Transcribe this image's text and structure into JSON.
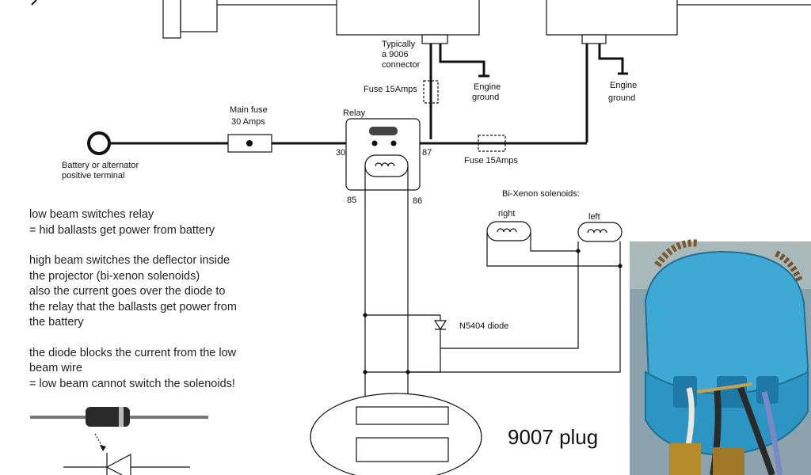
{
  "labels": {
    "connector": [
      "Typically",
      "a 9006",
      "connector"
    ],
    "engine_ground_left": [
      "Engine",
      "ground"
    ],
    "engine_ground_right": [
      "Engine",
      "ground"
    ],
    "fuse_top": "Fuse 15Amps",
    "fuse_right": "Fuse 15Amps",
    "main_fuse": [
      "Main fuse",
      "30 Amps"
    ],
    "relay": "Relay",
    "pin_30": "30",
    "pin_87": "87",
    "pin_85": "85",
    "pin_86": "86",
    "battery": [
      "Battery or alternator",
      "positive terminal"
    ],
    "solenoids_title": "Bi-Xenon solenoids:",
    "solenoid_right": "right",
    "solenoid_left": "left",
    "diode": "N5404 diode",
    "plug": "9007 plug"
  },
  "notes": [
    "low beam switches relay\n= hid ballasts get power from battery",
    "high beam switches the deflector inside\nthe projector (bi-xenon solenoids)\nalso the current goes over the diode to\nthe relay that the ballasts get power from\nthe battery",
    "the diode blocks the current from the low\nbeam wire\n= low beam cannot switch the solenoids!"
  ],
  "colors": {
    "wire": "#111111",
    "thin_wire": "#333333",
    "plug_blue": "#3fa9d6",
    "photo_bg": "#8aa3ad"
  }
}
